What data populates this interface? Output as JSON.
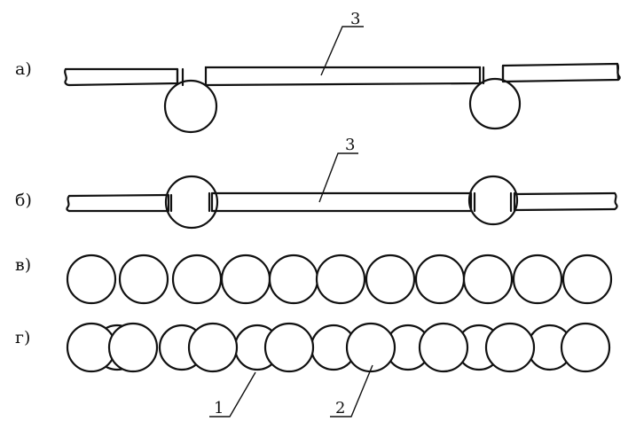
{
  "rows": [
    {
      "id": "a",
      "label": "а)"
    },
    {
      "id": "b",
      "label": "б)"
    },
    {
      "id": "v",
      "label": "в)"
    },
    {
      "id": "g",
      "label": "г)"
    }
  ],
  "callouts": {
    "sheet_a": "3",
    "sheet_b": "3",
    "small_circle": "1",
    "large_circle": "2"
  }
}
